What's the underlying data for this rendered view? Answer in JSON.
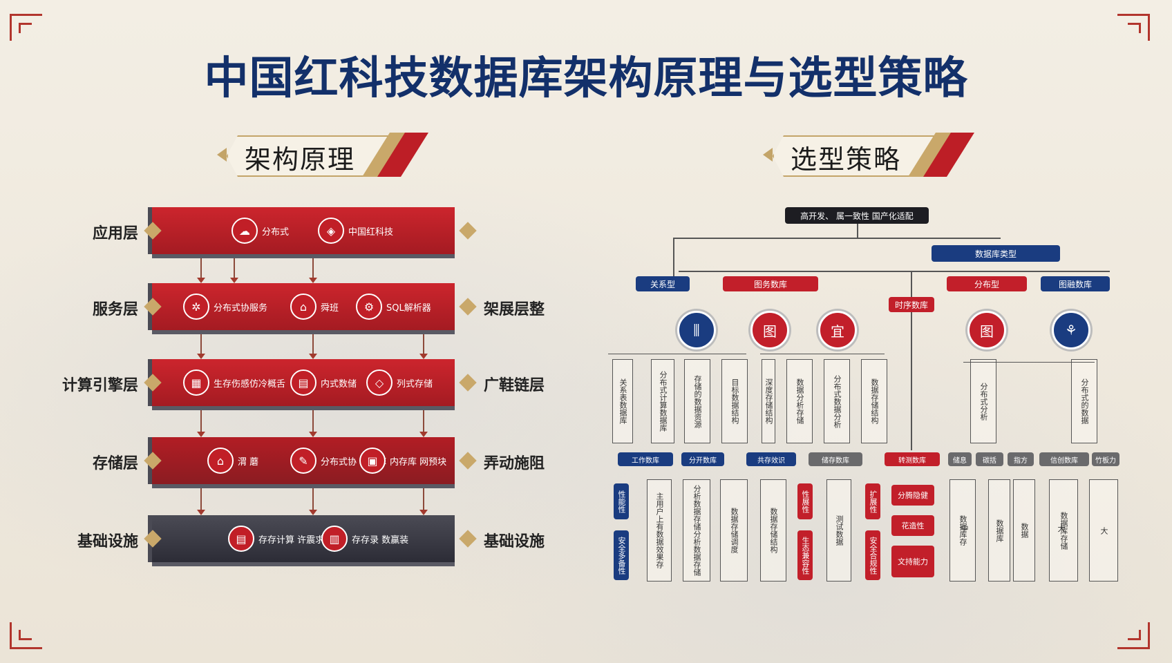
{
  "title": "中国红科技数据库架构原理与选型策略",
  "left_banner": "架构原理",
  "right_banner": "选型策略",
  "layers_left": [
    "应用层",
    "服务层",
    "计算引擎层",
    "存储层",
    "基础设施"
  ],
  "layers_right": [
    "",
    "架展层整",
    "广鞋链层",
    "弄动施阻",
    "基础设施"
  ],
  "bands": [
    {
      "items": [
        {
          "icon": "cloud-icon",
          "glyph": "☁",
          "label": "分布式"
        },
        {
          "icon": "chip-icon",
          "glyph": "◈",
          "label": "中国红科技"
        }
      ]
    },
    {
      "items": [
        {
          "icon": "network-icon",
          "glyph": "✲",
          "label": "分布式协服务"
        },
        {
          "icon": "house-icon",
          "glyph": "⌂",
          "label": "舜班"
        },
        {
          "icon": "gear-icon",
          "glyph": "⚙",
          "label": "SQL解析器"
        }
      ]
    },
    {
      "items": [
        {
          "icon": "grid-icon",
          "glyph": "▦",
          "label": "生存伤感仿冷概舌"
        },
        {
          "icon": "database-icon",
          "glyph": "▤",
          "label": "内式数储"
        },
        {
          "icon": "cube-icon",
          "glyph": "◇",
          "label": "列式存储"
        }
      ]
    },
    {
      "items": [
        {
          "icon": "house-icon",
          "glyph": "⌂",
          "label": "渭 蘑"
        },
        {
          "icon": "pen-icon",
          "glyph": "✎",
          "label": "分布式协 部制库"
        },
        {
          "icon": "doc-icon",
          "glyph": "▣",
          "label": "内存库 网预块"
        }
      ]
    },
    {
      "items": [
        {
          "icon": "database-icon",
          "glyph": "▤",
          "label": "存存计算 许震求"
        },
        {
          "icon": "server-icon",
          "glyph": "▥",
          "label": "存存录 数赢装"
        }
      ]
    }
  ],
  "tree": {
    "root": "高开发、 属一致性 国产化适配",
    "l1": "数据库类型",
    "cats": [
      {
        "label": "关系型",
        "color": "#1a3c80"
      },
      {
        "label": "图务数库",
        "color": "#c21f2a"
      },
      {
        "label": "时序数库",
        "color": "#c21f2a"
      },
      {
        "label": "分布型",
        "color": "#c21f2a"
      },
      {
        "label": "图融数库",
        "color": "#1a3c80"
      }
    ],
    "circles": [
      {
        "glyph": "⫼",
        "color": "blue"
      },
      {
        "glyph": "图",
        "color": "red"
      },
      {
        "glyph": "宜",
        "color": "red"
      },
      {
        "glyph": "图",
        "color": "red"
      },
      {
        "glyph": "⚘",
        "color": "blue"
      }
    ],
    "vcols": [
      "关系表数据库",
      "分布式计算数据库",
      "存储的数据资源",
      "目标数据结构",
      "深度存储结构",
      "数据分析存储",
      "分布式数据分析",
      "数据存储结构",
      "分布式分析",
      "分布式的数据"
    ],
    "mid_tags": [
      {
        "label": "工作数库",
        "color": "#1a3c80"
      },
      {
        "label": "分开数库",
        "color": "#1a3c80"
      },
      {
        "label": "共存效识",
        "color": "#1a3c80"
      },
      {
        "label": "储存数库",
        "color": "#6a6a6c"
      },
      {
        "label": "转测数库",
        "color": "#c21f2a"
      },
      {
        "label": "储息",
        "color": "#6a6a6c"
      },
      {
        "label": "碳括",
        "color": "#6a6a6c"
      },
      {
        "label": "指方",
        "color": "#6a6a6c"
      },
      {
        "label": "信创数库",
        "color": "#6a6a6c"
      },
      {
        "label": "竹板力",
        "color": "#6a6a6c"
      }
    ],
    "badges": [
      {
        "label": "性能性",
        "color": "#1a3c80"
      },
      {
        "label": "安全多备性",
        "color": "#1a3c80"
      },
      {
        "label": "性展性",
        "color": "#c21f2a"
      },
      {
        "label": "生态兼容性",
        "color": "#c21f2a"
      },
      {
        "label": "扩展性",
        "color": "#c21f2a"
      },
      {
        "label": "安全合规性",
        "color": "#c21f2a"
      }
    ],
    "red_blocks": [
      "分腾隐健",
      "花造性",
      "文持能力"
    ],
    "bottom_cols": [
      "主用户上有数据效果存",
      "分析数据存储分析数据存储",
      "数据存储调度",
      "数据存储结构",
      "测试数据",
      "数据库存",
      "数据库",
      "数据",
      "数据库存储",
      "大",
      "中",
      "大"
    ]
  }
}
